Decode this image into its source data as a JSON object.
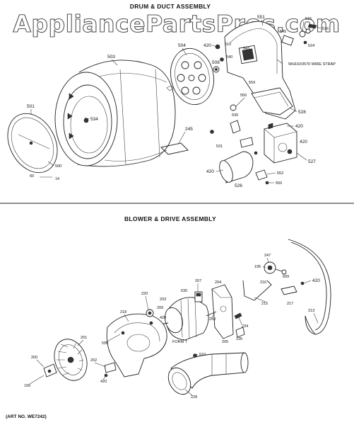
{
  "watermark": "AppliancePartsPros.com",
  "sections": {
    "drum_duct": {
      "title": "DRUM & DUCT ASSEMBLY",
      "labels": {
        "p503": "503",
        "p504": "504",
        "p420a": "420",
        "p510": "510",
        "p551": "551",
        "p545": "545",
        "p515": "515",
        "p516": "516",
        "p524": "524",
        "p543": "543",
        "p508": "508",
        "p540": "540",
        "p559": "559",
        "strap": "WH16X0570 WIRE STRAP",
        "p534": "534",
        "p550a": "550",
        "p530": "530",
        "p528": "528",
        "p501": "501",
        "p245": "245",
        "p420b": "420",
        "p531": "531",
        "p420c": "420",
        "p527": "527",
        "p500": "500",
        "p60": "60",
        "p14": "14",
        "p420d": "420",
        "p552": "552",
        "p550b": "550",
        "p526": "526"
      }
    },
    "blower_drive": {
      "title": "BLOWER & DRIVE ASSEMBLY",
      "labels": {
        "p247": "247",
        "p195": "195",
        "p609": "609",
        "p216": "216",
        "p420a": "420",
        "p207": "207",
        "p204": "204",
        "p220": "220",
        "p630": "630",
        "p203": "203",
        "p217": "217",
        "p215": "215",
        "p213": "213",
        "p218": "218",
        "p209": "209",
        "p420b": "420",
        "p250": "250",
        "p510a": "510",
        "p234": "234",
        "p201": "201",
        "formt": "FORM T",
        "p205": "205",
        "p235": "235",
        "p510b": "510",
        "p200": "200",
        "p202": "202",
        "p420c": "420",
        "p199": "199",
        "p228": "228"
      }
    }
  },
  "art_no": "(ART NO. WE7242)"
}
